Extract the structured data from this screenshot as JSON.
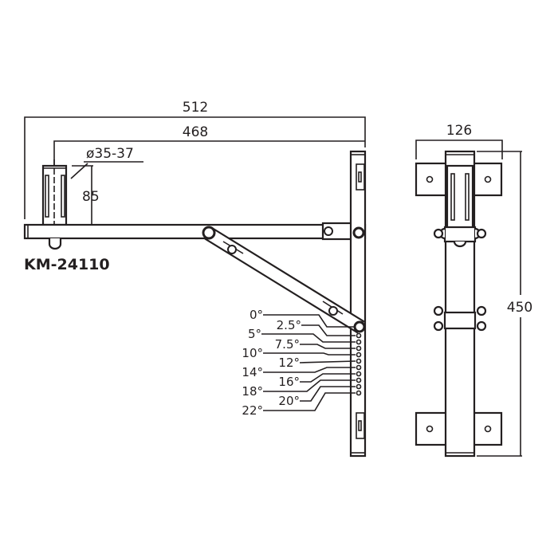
{
  "title": "KM-24110",
  "dimensions": {
    "overall_length": "512",
    "pole_distance": "468",
    "pole_diameter": "ø35-37",
    "pole_height": "85",
    "width": "126",
    "height": "450"
  },
  "angles": [
    "0°",
    "2.5°",
    "5°",
    "7.5°",
    "10°",
    "12°",
    "14°",
    "16°",
    "18°",
    "20°",
    "22°"
  ],
  "colors": {
    "line": "#231f20",
    "background": "#ffffff"
  }
}
